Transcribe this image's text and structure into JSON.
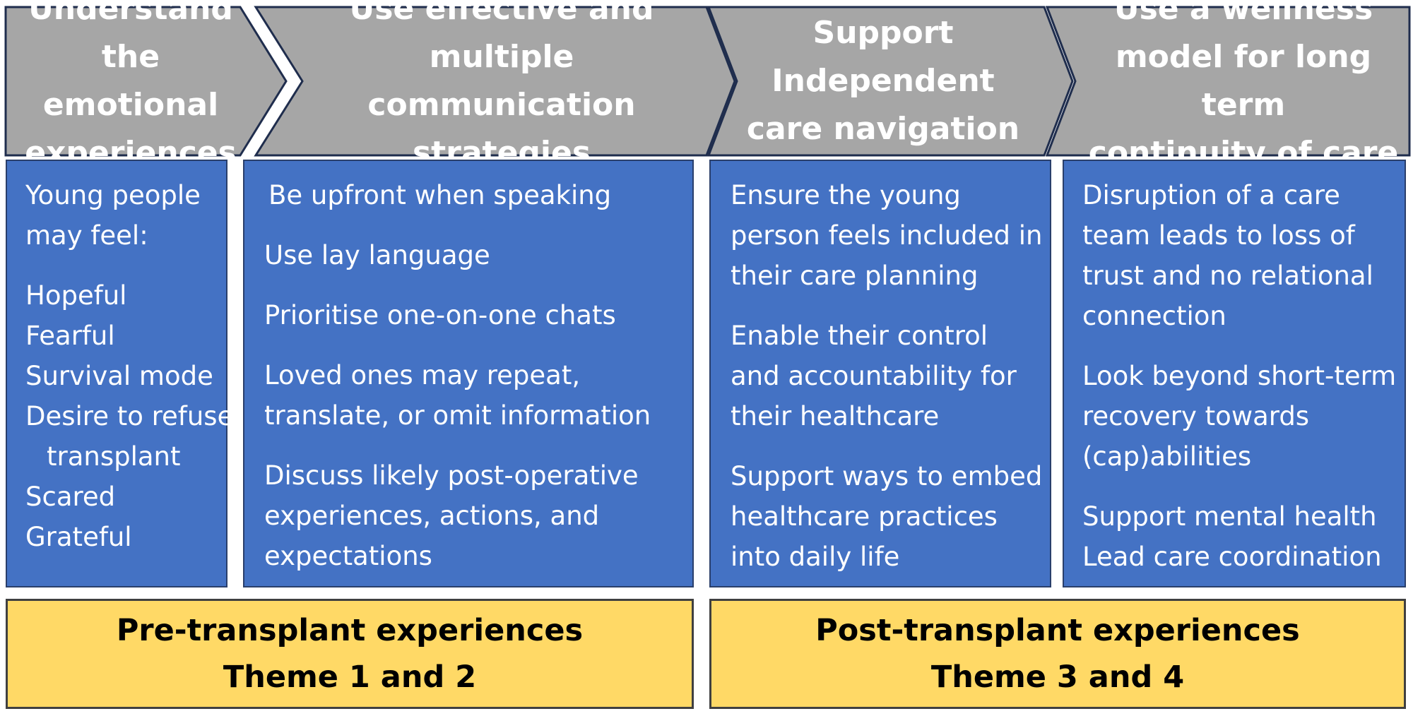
{
  "colors": {
    "chevron_fill": "#a6a6a6",
    "chevron_stroke": "#1f2d4d",
    "column_fill": "#4472c4",
    "banner_fill": "#ffd966"
  },
  "headers": [
    {
      "lines": [
        "Understand",
        "the emotional",
        "experiences"
      ]
    },
    {
      "lines": [
        "Use effective and",
        "multiple communication",
        "strategies"
      ]
    },
    {
      "lines": [
        "Support",
        "Independent",
        "care navigation"
      ]
    },
    {
      "lines": [
        "Use a wellness",
        "model for long term",
        "continuity of care"
      ]
    }
  ],
  "column1": {
    "intro": [
      "Young people",
      "may feel:"
    ],
    "feelings": [
      "Hopeful",
      "Fearful",
      "Survival mode",
      "Desire to refuse",
      "transplant",
      "Scared",
      "Grateful"
    ]
  },
  "column2": {
    "items": [
      [
        "Be upfront when speaking"
      ],
      [
        "Use lay language"
      ],
      [
        "Prioritise one-on-one chats"
      ],
      [
        "Loved ones may repeat,",
        "translate, or omit information"
      ],
      [
        "Discuss likely post-operative",
        "experiences, actions, and",
        "expectations"
      ]
    ]
  },
  "column3": {
    "items": [
      [
        "Ensure the young",
        "person feels included in",
        "their care planning"
      ],
      [
        "Enable their control",
        "and accountability for",
        "their healthcare"
      ],
      [
        "Support ways to embed",
        "healthcare practices",
        "into daily life"
      ]
    ]
  },
  "column4": {
    "items": [
      [
        "Disruption of a care",
        "team leads to loss of",
        "trust and no relational",
        "connection"
      ],
      [
        "Look beyond short-term",
        "recovery towards",
        "(cap)abilities"
      ],
      [
        "Support mental health",
        "Lead care coordination"
      ]
    ]
  },
  "banners": [
    {
      "line1": "Pre-transplant experiences",
      "line2": "Theme 1 and 2"
    },
    {
      "line1": "Post-transplant experiences",
      "line2": "Theme 3 and 4"
    }
  ]
}
